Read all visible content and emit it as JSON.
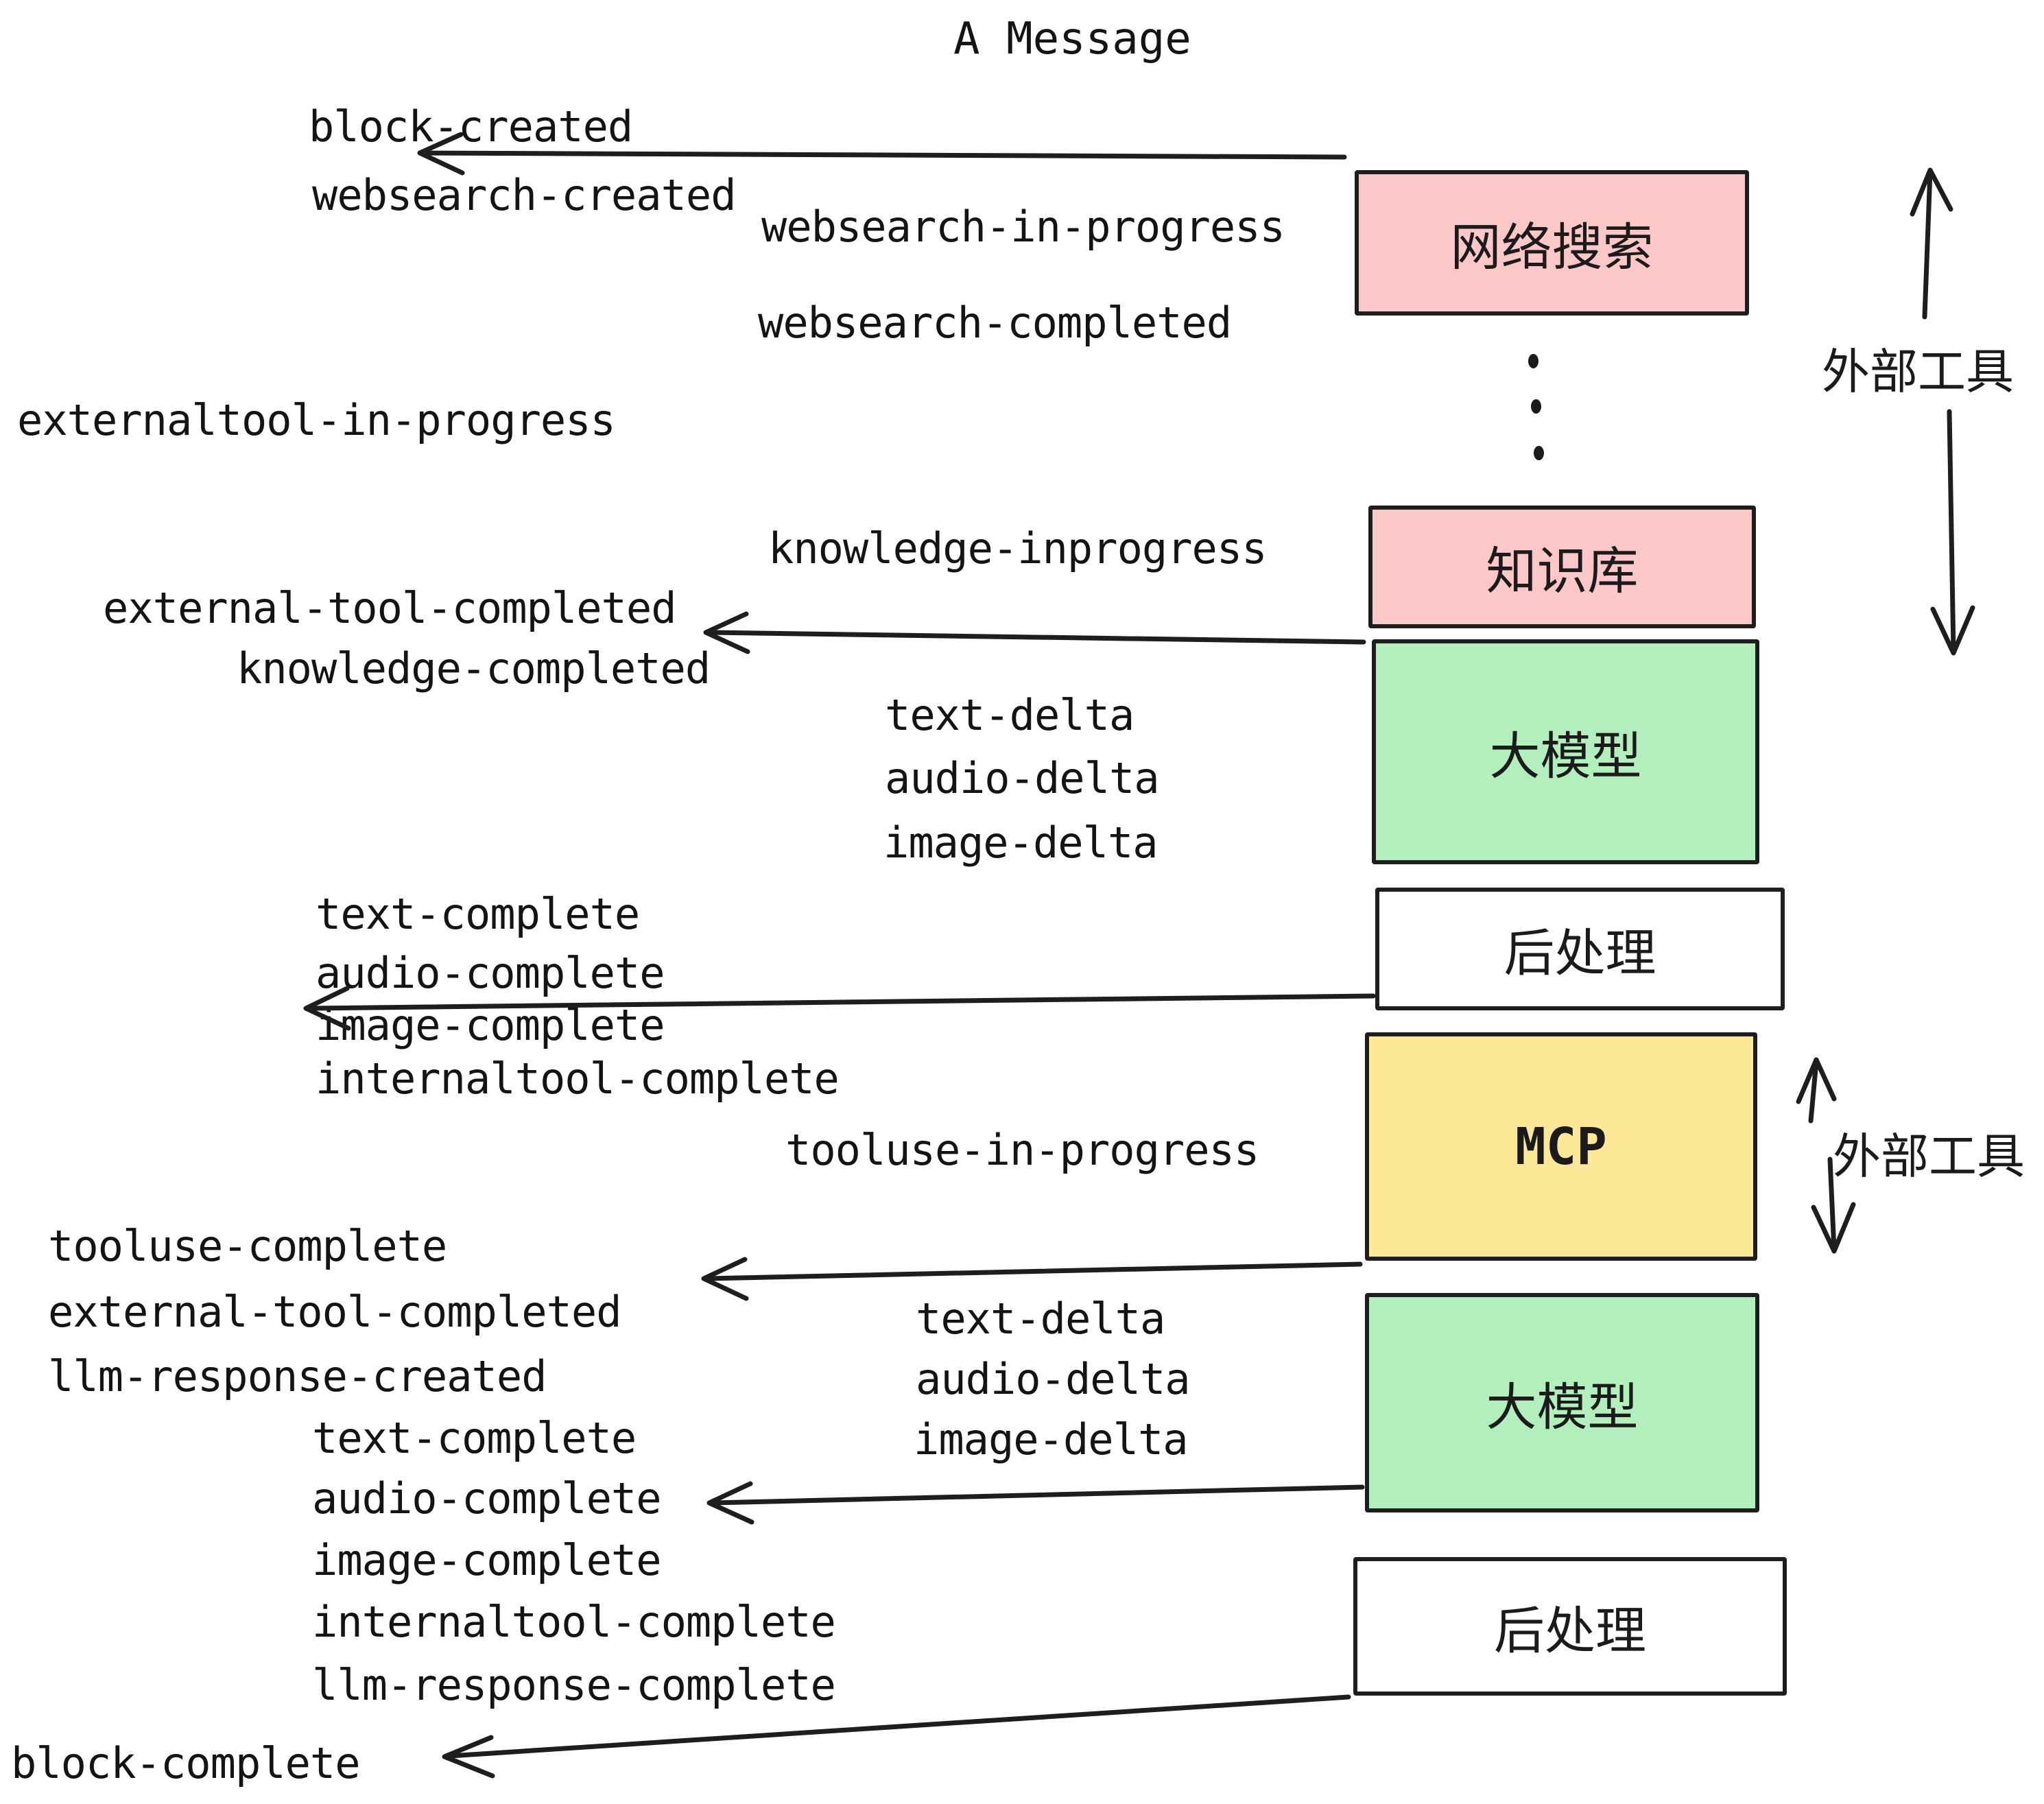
{
  "title": "A Message",
  "colors": {
    "ink": "#1e1e1e",
    "text": "#141414",
    "pink": "#fbc7c7",
    "green": "#b2efbc",
    "yellow": "#fce897",
    "white": "#ffffff"
  },
  "boxes": {
    "websearch": {
      "label": "网络搜索",
      "fill": "#fbc7c7"
    },
    "knowledge": {
      "label": "知识库",
      "fill": "#fbc7c7"
    },
    "llm_top": {
      "label": "大模型",
      "fill": "#b2efbc"
    },
    "post_top": {
      "label": "后处理",
      "fill": "#ffffff"
    },
    "mcp": {
      "label": "MCP",
      "fill": "#fce897"
    },
    "llm_bottom": {
      "label": "大模型",
      "fill": "#b2efbc"
    },
    "post_bottom": {
      "label": "后处理",
      "fill": "#ffffff"
    }
  },
  "annotations": {
    "external_tools_top": "外部工具",
    "external_tools_bottom": "外部工具"
  },
  "events": {
    "block_created": "block-created",
    "websearch_created": "websearch-created",
    "websearch_in_progress": "websearch-in-progress",
    "websearch_completed": "websearch-completed",
    "externaltool_in_progress": "externaltool-in-progress",
    "knowledge_inprogress": "knowledge-inprogress",
    "external_tool_completed_1": "external-tool-completed",
    "knowledge_completed": "knowledge-completed",
    "text_delta_1": "text-delta",
    "audio_delta_1": "audio-delta",
    "image_delta_1": "image-delta",
    "text_complete_1": "text-complete",
    "audio_complete_1": "audio-complete",
    "image_complete_1": "image-complete",
    "internaltool_complete_1": "internaltool-complete",
    "tooluse_in_progress": "tooluse-in-progress",
    "tooluse_complete": "tooluse-complete",
    "external_tool_completed_2": "external-tool-completed",
    "llm_response_created": "llm-response-created",
    "text_delta_2": "text-delta",
    "audio_delta_2": "audio-delta",
    "image_delta_2": "image-delta",
    "text_complete_2": "text-complete",
    "audio_complete_2": "audio-complete",
    "image_complete_2": "image-complete",
    "internaltool_complete_2": "internaltool-complete",
    "llm_response_complete": "llm-response-complete",
    "block_complete": "block-complete"
  }
}
